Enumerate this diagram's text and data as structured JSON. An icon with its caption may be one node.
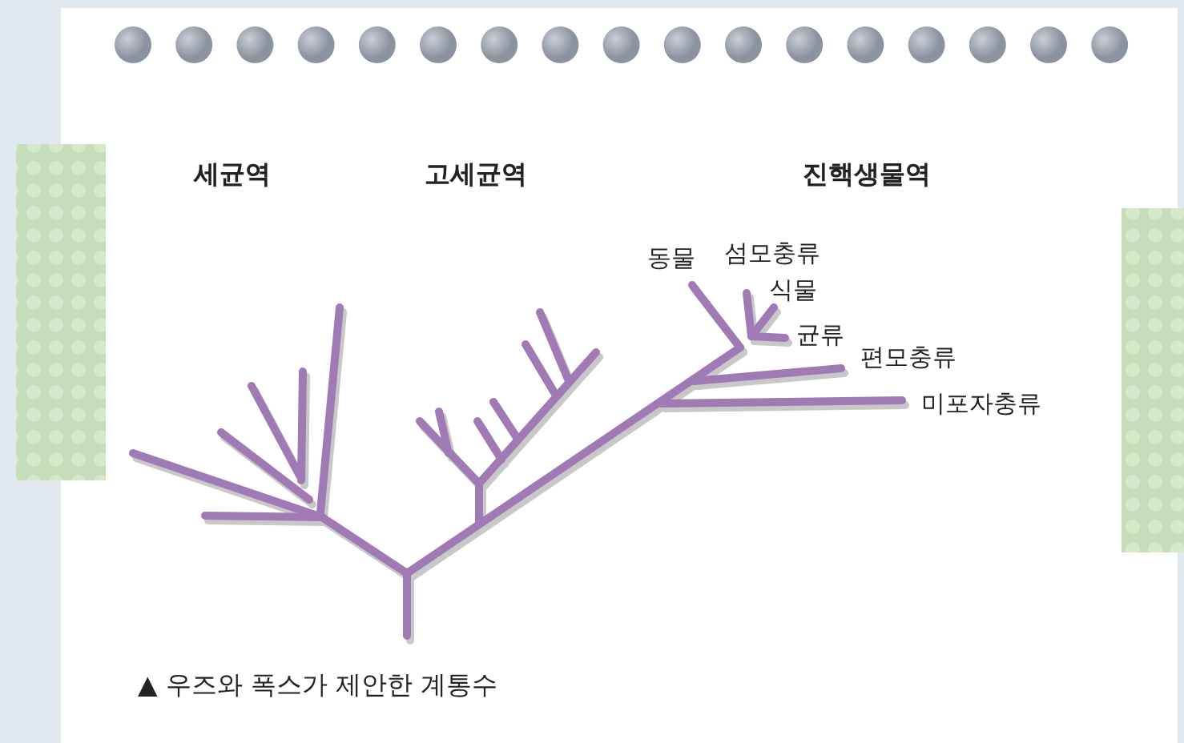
{
  "diagram": {
    "caption": "▲ 우즈와 폭스가 제안한 계통수",
    "labels": [
      "세균역",
      "고세균역",
      "진핵생물역",
      "동물",
      "섬모충류",
      "식물",
      "균류",
      "편모충류",
      "미포자충류"
    ]
  }
}
